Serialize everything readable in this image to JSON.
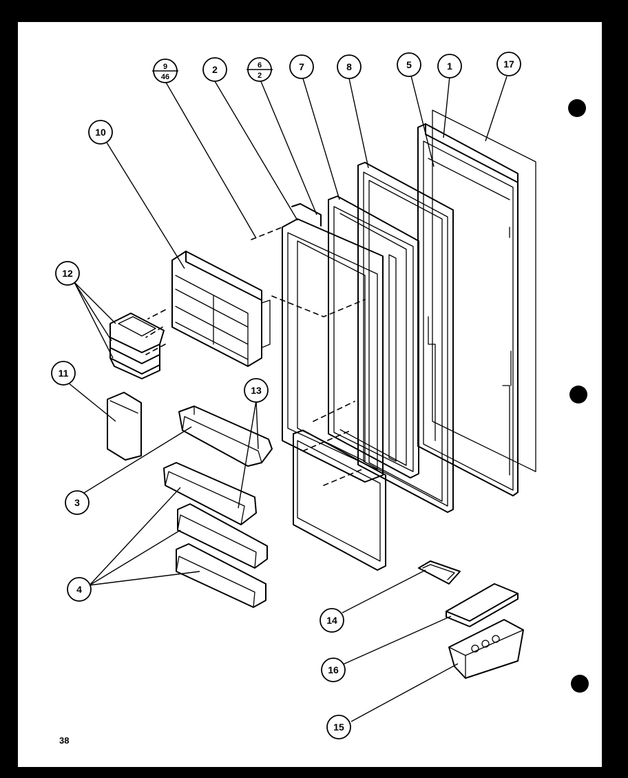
{
  "page_number": "38",
  "callouts": [
    {
      "id": "c1",
      "label": "1"
    },
    {
      "id": "c2",
      "label": "2"
    },
    {
      "id": "c3",
      "label": "3"
    },
    {
      "id": "c4",
      "label": "4"
    },
    {
      "id": "c5",
      "label": "5"
    },
    {
      "id": "c7",
      "label": "7"
    },
    {
      "id": "c8",
      "label": "8"
    },
    {
      "id": "c10",
      "label": "10"
    },
    {
      "id": "c11",
      "label": "11"
    },
    {
      "id": "c12",
      "label": "12"
    },
    {
      "id": "c13",
      "label": "13"
    },
    {
      "id": "c14",
      "label": "14"
    },
    {
      "id": "c15",
      "label": "15"
    },
    {
      "id": "c16",
      "label": "16"
    },
    {
      "id": "c17",
      "label": "17"
    }
  ],
  "fraction_callouts": [
    {
      "id": "f9",
      "top": "9",
      "bottom": "46"
    },
    {
      "id": "f6",
      "top": "6",
      "bottom": "2"
    }
  ]
}
